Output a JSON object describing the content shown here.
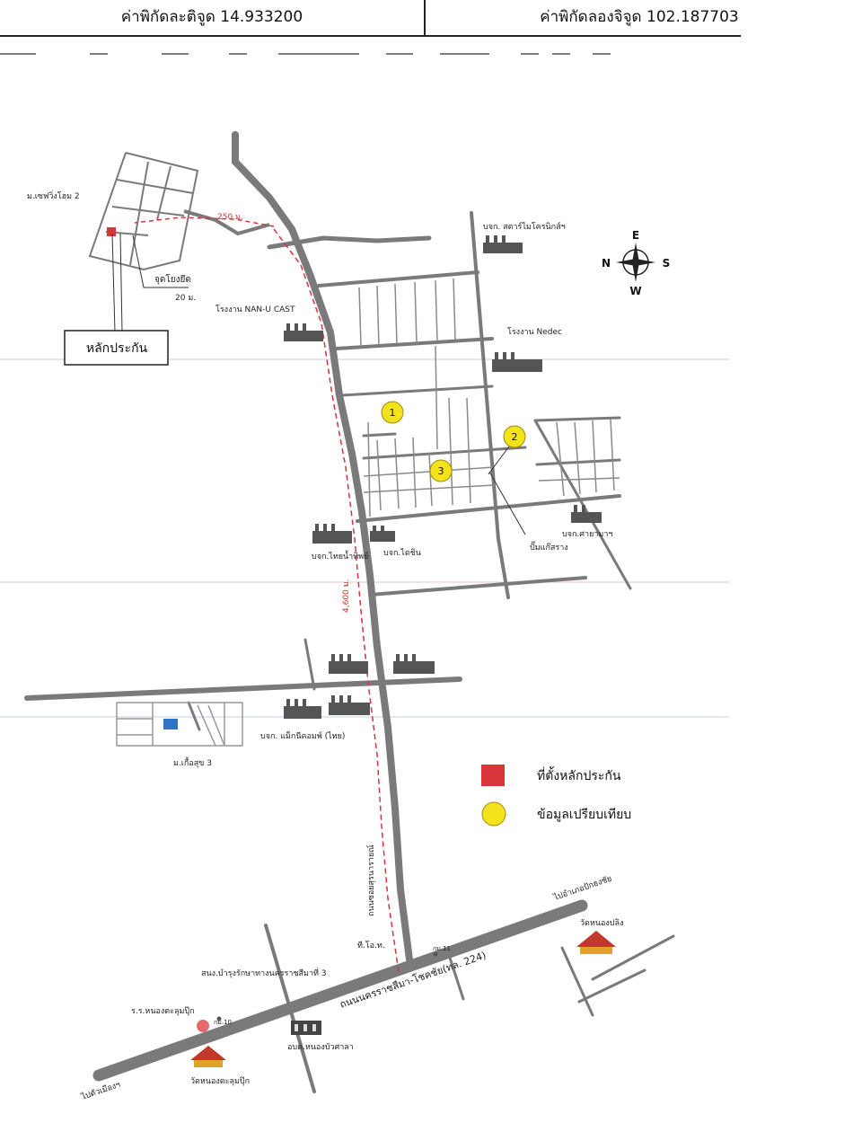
{
  "header": {
    "latitude": "ค่าพิกัดละติจูด 14.933200",
    "longitude": "ค่าพิกัดลองจิจูด 102.187703"
  },
  "legend": {
    "collateral_label": "ที่ตั้งหลักประกัน",
    "comparison_label": "ข้อมูลเปรียบเทียบ",
    "collateral_color": "#d8343a",
    "comparison_color": "#f3e21c"
  },
  "compass": {
    "n": "N",
    "e": "E",
    "s": "S",
    "w": "W"
  },
  "markers": [
    {
      "label": "1"
    },
    {
      "label": "2"
    },
    {
      "label": "3"
    }
  ],
  "labels": {
    "village_top": "ม.เซฟวิ่งโฮม 2",
    "dist_250": "250 ม.",
    "jud": "จุดโยงยึด",
    "dist_20": "20 ม.",
    "collateral_box": "หลักประกัน",
    "nanu": "โรงงาน NAN-U CAST",
    "star": "บจก. สตาร์ไมโครนิกส์ฯ",
    "nedec": "โรงงาน Nedec",
    "thainamthip": "บจก.ไทยน้ำทิพย์",
    "daichin": "บจก.ไดชิน",
    "shimano": "บจก.ศายามาฯ",
    "pump": "ปั๊มแก๊สราง",
    "dist_4600": "4,600 ม.",
    "magnecomp": "บจก. แม็กนีคอมพ์ (ไทย)",
    "village_low": "ม.เกื้อสุข 3",
    "road_vertical": "ถนนซอยสุรนารายณ์",
    "road_main": "ถนนนครราชสีมา-โชคชัย(ทล. 224)",
    "to_pakthongchai": "ไปอำเภอปักธงชัย",
    "to_city": "ไปตัวเมืองฯ",
    "temple_right": "วัดหนองปลิง",
    "temple_left": "วัดหนองตะลุมปุ๊ก",
    "school": "ร.ร.หนองตะลุมปุ๊ก",
    "obt": "อบต.หนองบัวศาลา",
    "police": "สนง.บำรุงรักษาทางนครราชสีมาที่ 3",
    "km_left": "กม.10",
    "km_right": "กม.11",
    "police_box": "ที.โอ.ท."
  }
}
